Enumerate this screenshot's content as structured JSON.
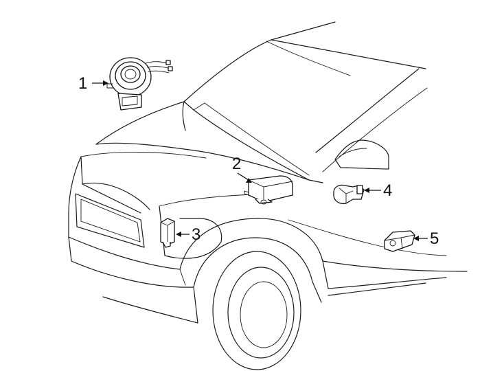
{
  "callouts": [
    {
      "number": "1",
      "part_icon": "clock-spring-icon"
    },
    {
      "number": "2",
      "part_icon": "airbag-control-module-icon"
    },
    {
      "number": "3",
      "part_icon": "front-impact-sensor-icon"
    },
    {
      "number": "4",
      "part_icon": "side-impact-sensor-icon"
    },
    {
      "number": "5",
      "part_icon": "side-impact-sensor-icon"
    }
  ]
}
